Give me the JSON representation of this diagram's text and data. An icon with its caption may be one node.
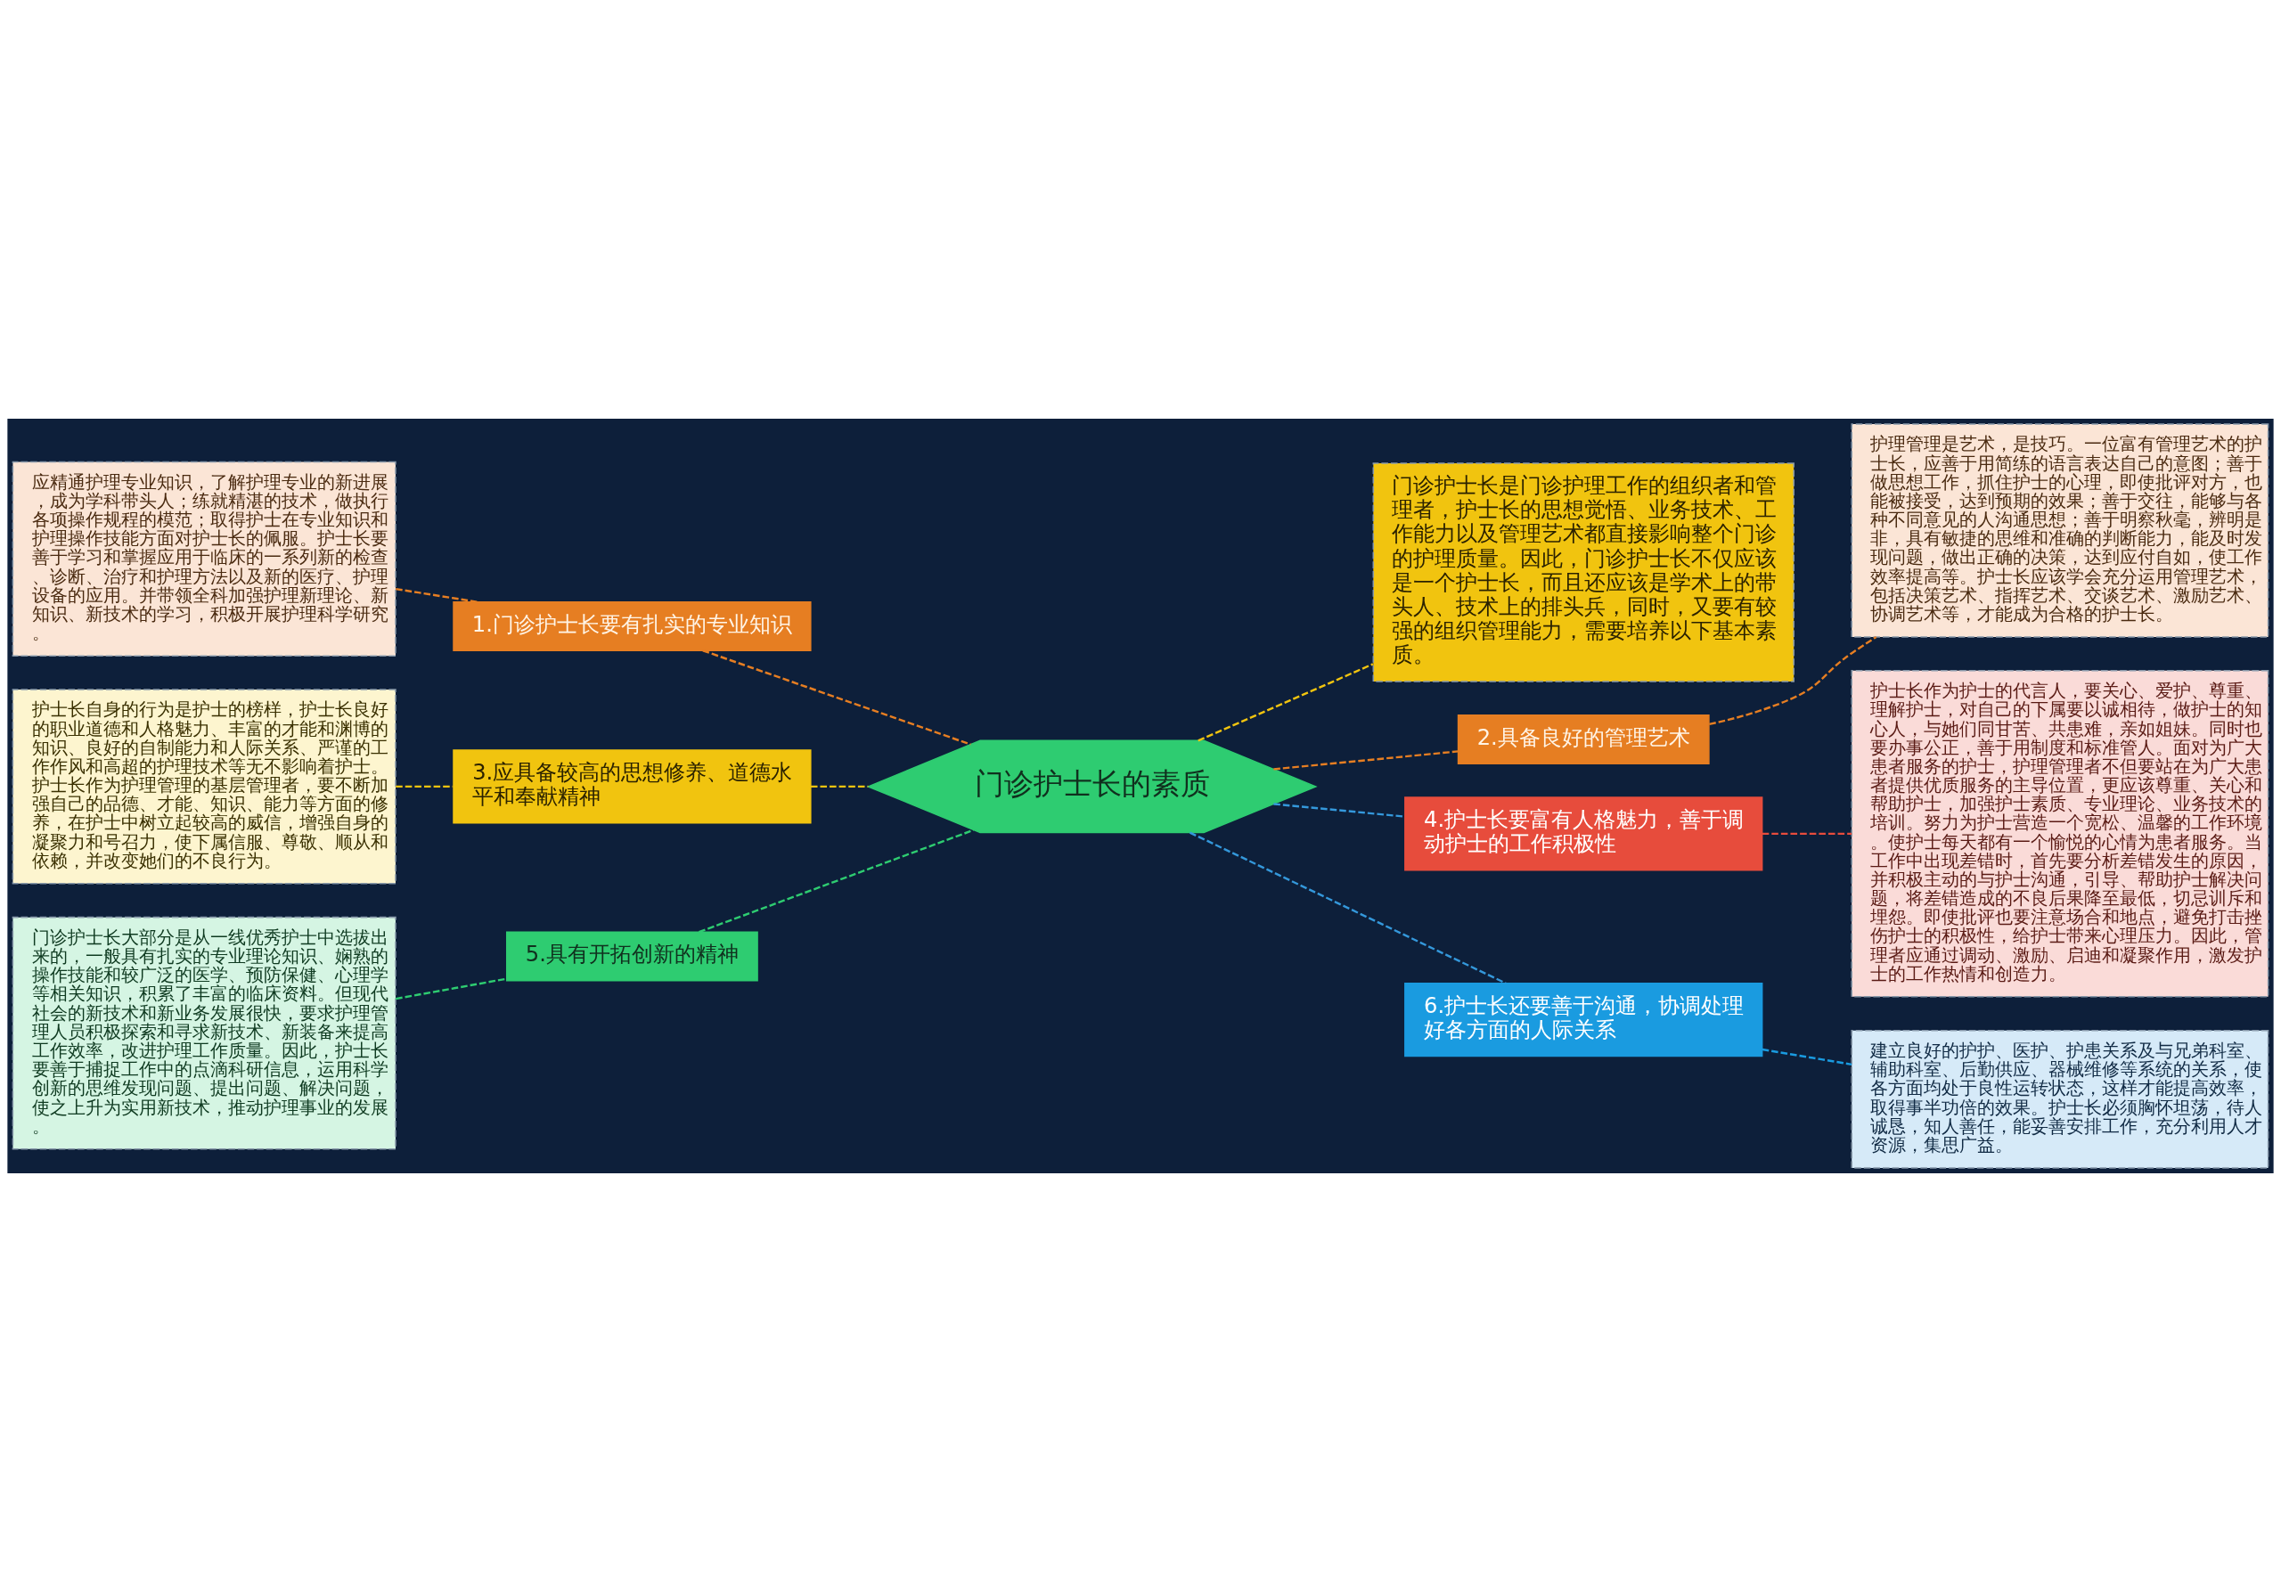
{
  "diagram": {
    "nodes": [
      {
        "text": [
          "门诊护士长的素质"
        ]
      },
      {
        "text": [
          "门诊护士长是门诊护理工作的组织者和管理者，护士长的思想觉悟、业务技术、工作能力以及管理艺术都直接影响整个门诊的护理质量。因此，门诊护士长不仅应该是一个护士长，而且还应该是学术上的带头人、技术上的排头兵，同时，又要有较强的组织管理能力，需要培养以下基本素质。"
        ]
      },
      {
        "text": [
          "2.具备良好的管理艺术"
        ]
      },
      {
        "text": [
          "护理管理是艺术，是技巧。一位富有管理艺术的护士长，应善于用简练的语言表达自己的意图；善于做思想工作，抓住护士的心理，即使批评对方，也能被接受，达到预期的效果；善于交往，能够与各种不同意见的人沟通思想；善于明察秋毫，辨明是非，具有敏捷的思维和准确的判断能力，能及时发现问题，做出正确的决策，达到应付自如，使工作效率提高等。护士长应该学会充分运用管理艺术，包括决策艺术、指挥艺术、交谈艺术、激励艺术、协调艺术等，才能成为合格的护士长。"
        ]
      },
      {
        "text": [
          "4.护士长要富有人格魅力，善于调动护士的工作积极性"
        ]
      },
      {
        "text": [
          "护士长作为护士的代言人，要关心、爱护、尊重、理解护士，对自己的下属要以诚相待，做护士的知心人，与她们同甘苦、共患难，亲如姐妹。同时也要办事公正，善于用制度和标准管人。面对为广大患者服务的护士，护理管理者不但要站在为广大患者提供优质服务的主导位置，更应该尊重、关心和帮助护士，加强护士素质、专业理论、业务技术的培训。努力为护士营造一个宽松、温馨的工作环境。使护士每天都有一个愉悦的心情为患者服务。当工作中出现差错时，首先要分析差错发生的原因，并积极主动的与护士沟通，引导、帮助护士解决问题，将差错造成的不良后果降至最低，切忌训斥和埋怨。即使批评也要注意场合和地点，避免打击挫伤护士的积极性，给护士带来心理压力。因此，管理者应通过调动、激励、启迪和凝聚作用，激发护士的工作热情和创造力。"
        ]
      },
      {
        "text": [
          "6.护士长还要善于沟通，协调处理好各方面的人际关系"
        ]
      },
      {
        "text": [
          "建立良好的护护、医护、护患关系及与兄弟科室、辅助科室、后勤供应、器械维修等系统的关系，使各方面均处于良性运转状态，这样才能提高效率，取得事半功倍的效果。护士长必须胸怀坦荡，待人诚恳，知人善任，能妥善安排工作，充分利用人才资源，集思广益。"
        ]
      },
      {
        "text": [
          "1.门诊护士长要有扎实的专业知识"
        ]
      },
      {
        "text": [
          "应精通护理专业知识，了解护理专业的新进展，成为学科带头人；练就精湛的技术，做执行各项操作规程的模范；取得护士在专业知识和护理操作技能方面对护士长的佩服。护士长要善于学习和掌握应用于临床的一系列新的检查、诊断、治疗和护理方法以及新的医疗、护理设备的应用。并带领全科加强护理新理论、新知识、新技术的学习，积极开展护理科学研究。"
        ]
      },
      {
        "text": [
          "3.应具备较高的思想修养、道德水平和奉献精神"
        ]
      },
      {
        "text": [
          "护士长自身的行为是护士的榜样，护士长良好的职业道德和人格魅力、丰富的才能和渊博的知识、良好的自制能力和人际关系、严谨的工作作风和高超的护理技术等无不影响着护士。护士长作为护理管理的基层管理者，要不断加强自己的品德、才能、知识、能力等方面的修养，在护士中树立起较高的威信，增强自身的凝聚力和号召力，使下属信服、尊敬、顺从和依赖，并改变她们的不良行为。"
        ]
      },
      {
        "text": [
          "5.具有开拓创新的精神"
        ]
      },
      {
        "text": [
          "门诊护士长大部分是从一线优秀护士中选拔出来的，一般具有扎实的专业理论知识、娴熟的操作技能和较广泛的医学、预防保健、心理学等相关知识，积累了丰富的临床资料。但现代社会的新技术和新业务发展很快，要求护理管理人员积极探索和寻求新技术、新装备来提高工作效率，改进护理工作质量。因此，护士长要善于捕捉工作中的点滴科研信息，运用科学创新的思维发现问题、提出问题、解决问题，使之上升为实用新技术，推动护理事业的发展。"
        ]
      }
    ],
    "edges": [
      {
        "from": 0,
        "to": 1,
        "arrow": "none",
        "style": "dashed",
        "color": "#f1c40f"
      },
      {
        "from": 0,
        "to": 2,
        "arrow": "none",
        "style": "dashed",
        "color": "#e67e22"
      },
      {
        "from": 2,
        "to": 3,
        "arrow": "none",
        "style": "dashed",
        "color": "#e67e22"
      },
      {
        "from": 0,
        "to": 4,
        "arrow": "none",
        "style": "dashed",
        "color": "#3498db"
      },
      {
        "from": 4,
        "to": 5,
        "arrow": "none",
        "style": "dashed",
        "color": "#e74c3c"
      },
      {
        "from": 0,
        "to": 6,
        "arrow": "none",
        "style": "dashed",
        "color": "#3498db"
      },
      {
        "from": 6,
        "to": 7,
        "arrow": "none",
        "style": "dashed",
        "color": "#1a9be0"
      },
      {
        "from": 8,
        "to": 0,
        "arrow": "none",
        "style": "dashed",
        "color": "#e67e22"
      },
      {
        "from": 9,
        "to": 8,
        "arrow": "none",
        "style": "dashed",
        "color": "#e67e22"
      },
      {
        "from": 10,
        "to": 0,
        "arrow": "none",
        "style": "dashed",
        "color": "#f1c40f"
      },
      {
        "from": 11,
        "to": 10,
        "arrow": "none",
        "style": "dashed",
        "color": "#f1c40f"
      },
      {
        "from": 12,
        "to": 0,
        "arrow": "none",
        "style": "dashed",
        "color": "#2ecc71"
      },
      {
        "from": 13,
        "to": 12,
        "arrow": "none",
        "style": "dashed",
        "color": "#2ecc71"
      }
    ]
  }
}
